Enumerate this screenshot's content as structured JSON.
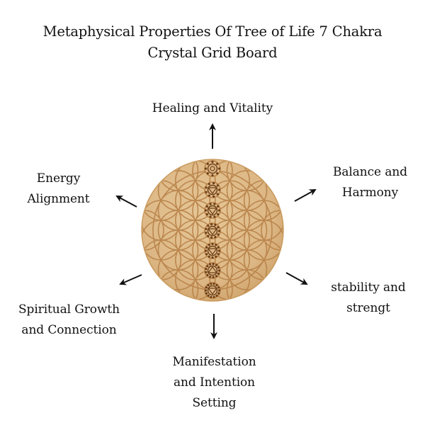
{
  "title": {
    "line1": "Metaphysical Properties Of Tree of Life 7 Chakra",
    "line2": "Crystal Grid Board"
  },
  "center_image": {
    "subject": "Tree of Life 7 Chakra crystal grid board (wooden disc, flower-of-life engraving)",
    "chakra_symbols": [
      "crown",
      "third-eye",
      "throat",
      "heart",
      "solar-plexus",
      "sacral",
      "root"
    ],
    "colors": {
      "wood": "#DDB886",
      "wood_edge": "#C99A5E",
      "engraving": "#B57E45",
      "symbol": "#6B3E17"
    }
  },
  "properties": {
    "top": {
      "line1": "Healing and Vitality"
    },
    "upper_left": {
      "line1": "Energy",
      "line2": "Alignment"
    },
    "upper_right": {
      "line1": "Balance and",
      "line2": "Harmony"
    },
    "lower_right": {
      "line1": "stability and",
      "line2": "strengt"
    },
    "lower_left": {
      "line1": "Spiritual Growth",
      "line2": "and Connection"
    },
    "bottom": {
      "line1": "Manifestation",
      "line2": "and Intention",
      "line3": "Setting"
    }
  },
  "arrows": {
    "color": "#111111",
    "directions": [
      "up",
      "up-left",
      "up-right",
      "down-right",
      "down-left",
      "down"
    ]
  }
}
